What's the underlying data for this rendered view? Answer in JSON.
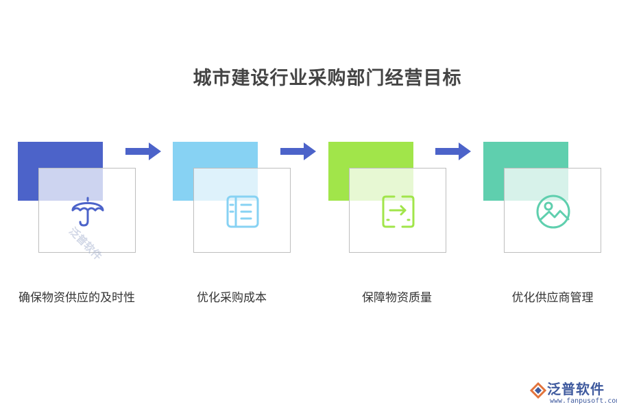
{
  "title": "城市建设行业采购部门经营目标",
  "steps": [
    {
      "label": "确保物资供应的及时性",
      "icon": "umbrella-icon",
      "color": "#4c63c9",
      "tint": "#cdd4f0"
    },
    {
      "label": "优化采购成本",
      "icon": "list-icon",
      "color": "#87d2f3",
      "tint": "#def2fb"
    },
    {
      "label": "保障物资质量",
      "icon": "transfer-icon",
      "color": "#a1e54a",
      "tint": "#e7f8d3"
    },
    {
      "label": "优化供应商管理",
      "icon": "image-icon",
      "color": "#5fcfae",
      "tint": "#d7f2ea"
    }
  ],
  "arrow_color": "#4c63c9",
  "watermark": "泛普软件",
  "brand": {
    "name": "泛普软件",
    "url": "www.fanpusoft.com"
  }
}
